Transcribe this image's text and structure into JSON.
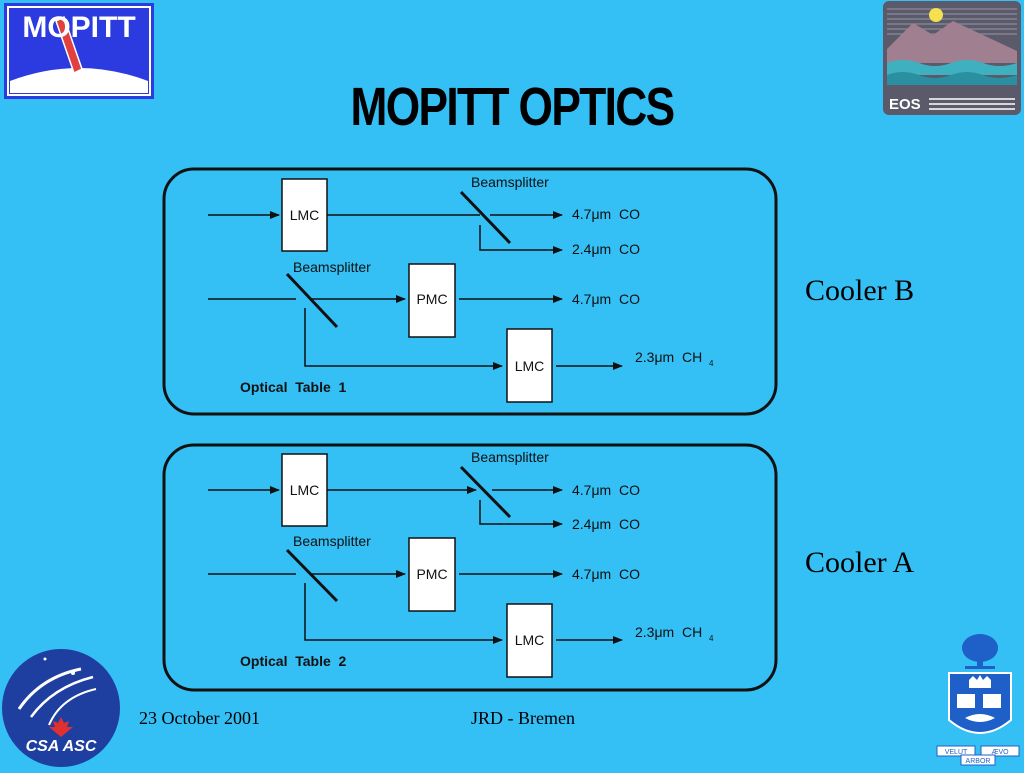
{
  "title": "MOPITT OPTICS",
  "logos": {
    "mopitt": "MOPITT",
    "eos": "EOS",
    "csa": "CSA ASC",
    "uoft_left": "VELUT",
    "uoft_right": "ÆVO",
    "uoft_bottom": "ARBOR"
  },
  "tables": [
    {
      "label": "Optical  Table  1",
      "cooler": "Cooler B",
      "lmc_top": "LMC",
      "pmc": "PMC",
      "lmc_bottom": "LMC",
      "beamsplitter_1": "Beamsplitter",
      "beamsplitter_2": "Beamsplitter",
      "out_co_1": "4.7μm  CO",
      "out_co_2": "2.4μm  CO",
      "out_co_3": "4.7μm  CO",
      "out_ch4": "2.3μm  CH",
      "out_ch4_sub": "4"
    },
    {
      "label": "Optical  Table  2",
      "cooler": "Cooler A",
      "lmc_top": "LMC",
      "pmc": "PMC",
      "lmc_bottom": "LMC",
      "beamsplitter_1": "Beamsplitter",
      "beamsplitter_2": "Beamsplitter",
      "out_co_1": "4.7μm  CO",
      "out_co_2": "2.4μm  CO",
      "out_co_3": "4.7μm  CO",
      "out_ch4": "2.3μm  CH",
      "out_ch4_sub": "4"
    }
  ],
  "footer": {
    "date": "23 October 2001",
    "event": "JRD - Bremen"
  },
  "colors": {
    "background": "#34BFF5",
    "mopitt_logo_bg": "#2B3BE0",
    "mopitt_accent": "#E04040",
    "eos_bg": "#5A5A6A",
    "csa_bg": "#1E3FA0",
    "uoft_blue": "#1E5FC8"
  }
}
